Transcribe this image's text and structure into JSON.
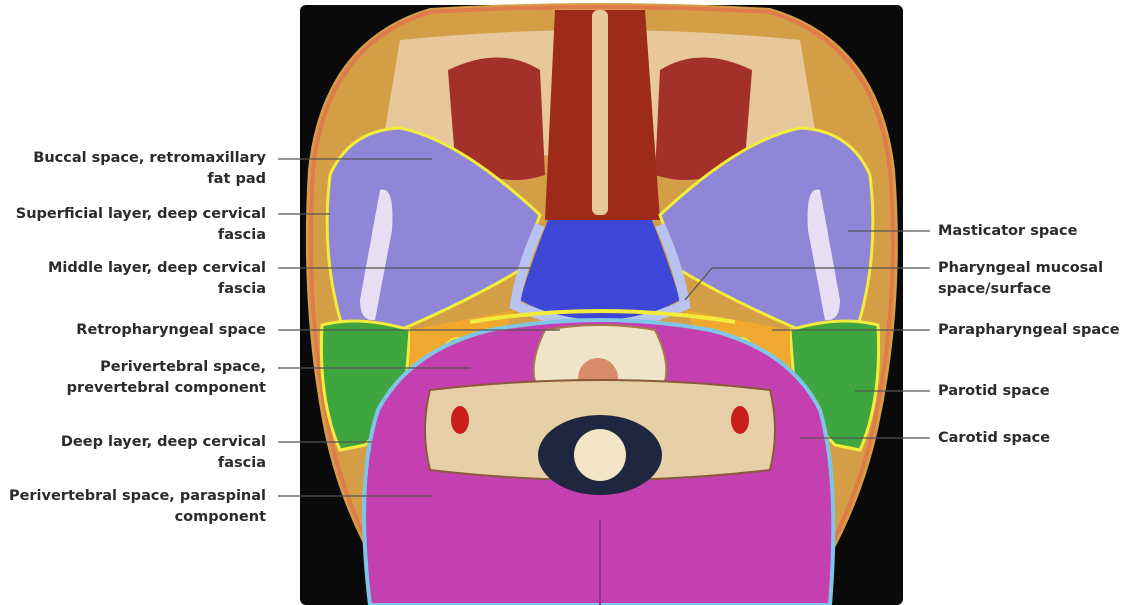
{
  "labels_left": [
    {
      "key": "buccal",
      "text": "Buccal space, retromaxillary\nfat pad"
    },
    {
      "key": "superficial",
      "text": "Superficial layer, deep cervical\nfascia"
    },
    {
      "key": "middle",
      "text": "Middle layer, deep cervical\nfascia"
    },
    {
      "key": "retropharyngeal",
      "text": "Retropharyngeal space"
    },
    {
      "key": "perivertebral-prevertebral",
      "text": "Perivertebral space,\nprevertebral component"
    },
    {
      "key": "deep-layer",
      "text": "Deep layer, deep cervical\nfascia"
    },
    {
      "key": "perivertebral-paraspinal",
      "text": "Perivertebral space, paraspinal\ncomponent"
    }
  ],
  "labels_right": [
    {
      "key": "masticator",
      "text": "Masticator space"
    },
    {
      "key": "pharyngeal-mucosal",
      "text": "Pharyngeal mucosal\nspace/surface"
    },
    {
      "key": "parapharyngeal",
      "text": "Parapharyngeal space"
    },
    {
      "key": "parotid",
      "text": "Parotid space"
    },
    {
      "key": "carotid",
      "text": "Carotid space"
    }
  ],
  "colors": {
    "background": "#0a0a0a",
    "fat": "#d9a94a",
    "masticator": "#8f86d8",
    "parotid": "#3fa63f",
    "perivertebral": "#c43fb0",
    "pharyngeal_mucosa": "#3e46d6",
    "airway": "#9e2a1a",
    "fascia_line": "#f2ec3a",
    "leader_line": "#555555"
  }
}
